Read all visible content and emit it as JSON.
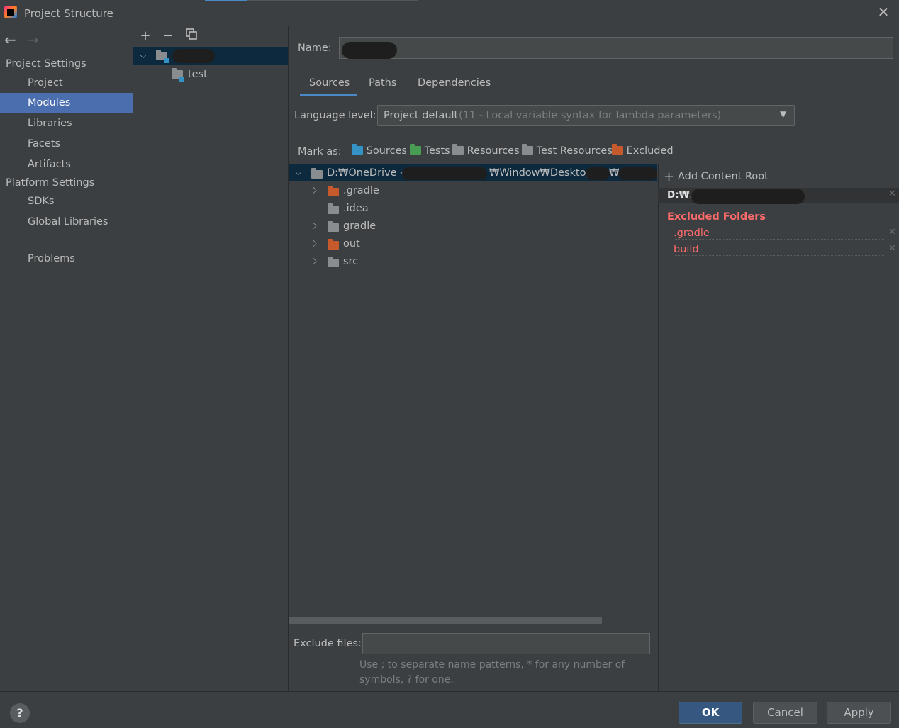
{
  "window": {
    "title": "Project Structure"
  },
  "nav": {
    "project_settings": "Project Settings",
    "items1": [
      "Project",
      "Modules",
      "Libraries",
      "Facets",
      "Artifacts"
    ],
    "platform_settings": "Platform Settings",
    "items2": [
      "SDKs",
      "Global Libraries"
    ],
    "problems": "Problems",
    "selected": "Modules"
  },
  "modules": {
    "toolbar": [
      "+",
      "−",
      "copy"
    ],
    "tree": [
      {
        "name": "",
        "redacted": true
      },
      {
        "name": "test"
      }
    ]
  },
  "name_field": {
    "label": "Name:",
    "value": ""
  },
  "tabs": {
    "items": [
      "Sources",
      "Paths",
      "Dependencies"
    ],
    "active": "Sources"
  },
  "language": {
    "label": "Language level:",
    "value": "Project default",
    "hint": "(11 - Local variable syntax for lambda parameters)"
  },
  "mark_as": {
    "label": "Mark as:",
    "items": [
      {
        "label": "Sources",
        "color": "#3592c4"
      },
      {
        "label": "Tests",
        "color": "#499c54"
      },
      {
        "label": "Resources",
        "color": "#8a8d90"
      },
      {
        "label": "Test Resources",
        "color": "#8a8d90"
      },
      {
        "label": "Excluded",
        "color": "#c75a2d"
      }
    ]
  },
  "content_tree": {
    "root": {
      "path_prefix": "D:₩OneDrive - ",
      "path_middle": "₩Window₩Desktop₩",
      "path_tail": "₩"
    },
    "children": [
      {
        "name": ".gradle",
        "excluded": true,
        "expandable": true
      },
      {
        "name": ".idea",
        "excluded": false,
        "expandable": false
      },
      {
        "name": "gradle",
        "excluded": false,
        "expandable": true
      },
      {
        "name": "out",
        "excluded": true,
        "expandable": true
      },
      {
        "name": "src",
        "excluded": false,
        "expandable": true
      }
    ]
  },
  "exclude_files": {
    "label": "Exclude files:",
    "value": "",
    "hint_line1": "Use ; to separate name patterns, * for any number of",
    "hint_line2": "symbols, ? for one."
  },
  "content_root": {
    "add_label": "Add Content Root",
    "root_label": "D:₩..",
    "excluded_title": "Excluded Folders",
    "excluded": [
      ".gradle",
      "build"
    ]
  },
  "buttons": {
    "ok": "OK",
    "cancel": "Cancel",
    "apply": "Apply",
    "help": "?"
  },
  "colors": {
    "accent": "#4b6eaf",
    "selection": "#0d293e",
    "excluded": "#ff6b6b",
    "ok_button": "#365880"
  }
}
